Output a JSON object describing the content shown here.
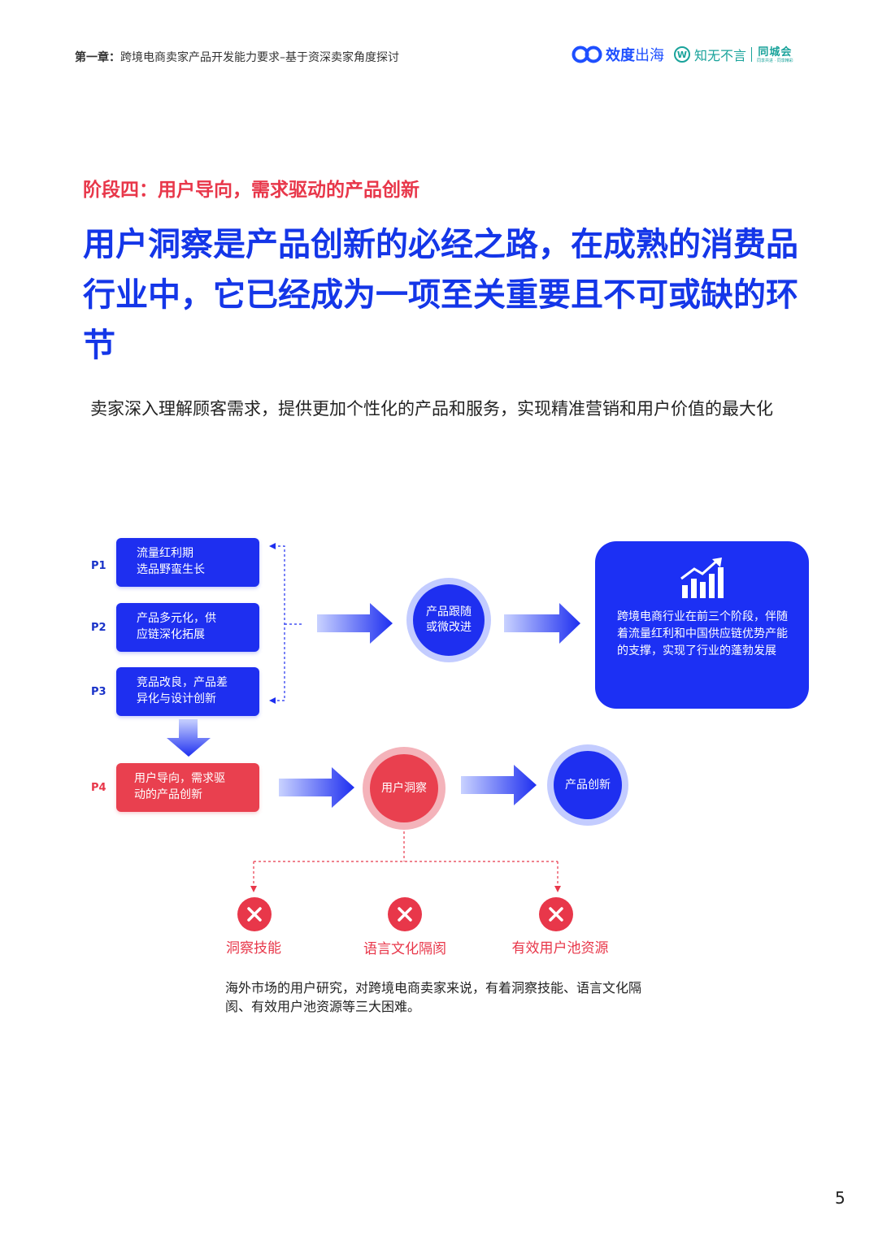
{
  "header": {
    "chapter_prefix": "第一章：",
    "chapter_title": "跨境电商卖家产品开发能力要求–基于资深卖家角度探讨",
    "logo_primary": "效度",
    "logo_primary_suffix": "出海",
    "logo_w": "W",
    "logo_secondary": "知无不言",
    "logo_tertiary": "同城会",
    "logo_tertiary_sub": "同享共进 · 同享精彩"
  },
  "stage_title": "阶段四：用户导向，需求驱动的产品创新",
  "headline": "用户洞察是产品创新的必经之路，在成熟的消费品行业中，它已经成为一项至关重要且不可或缺的环节",
  "lead": "卖家深入理解顾客需求，提供更加个性化的产品和服务，实现精准营销和用户价值的最大化",
  "diagram": {
    "phases": [
      {
        "label": "P1",
        "text": "流量红利期\n选品野蛮生长"
      },
      {
        "label": "P2",
        "text": "产品多元化，供\n应链深化拓展"
      },
      {
        "label": "P3",
        "text": "竞品改良，产品差\n异化与设计创新"
      },
      {
        "label": "P4",
        "text": "用户导向，需求驱\n动的产品创新"
      }
    ],
    "bubble_follow": "产品跟随\n或微改进",
    "card_text": "跨境电商行业在前三个阶段，伴随着流量红利和中国供应链优势产能的支撑，实现了行业的蓬勃发展",
    "bubble_insight": "用户洞察",
    "bubble_innovation": "产品创新",
    "difficulties": [
      "洞察技能",
      "语言文化隔阂",
      "有效用户池资源"
    ]
  },
  "caption": "海外市场的用户研究，对跨境电商卖家来说，有着洞察技能、语言文化隔阂、有效用户池资源等三大困难。",
  "page_number": "5",
  "colors": {
    "blue": "#1e2ff0",
    "red": "#e9404f",
    "stage_red": "#e8374a",
    "headline_blue": "#1436e8",
    "teal": "#1aa39b"
  }
}
